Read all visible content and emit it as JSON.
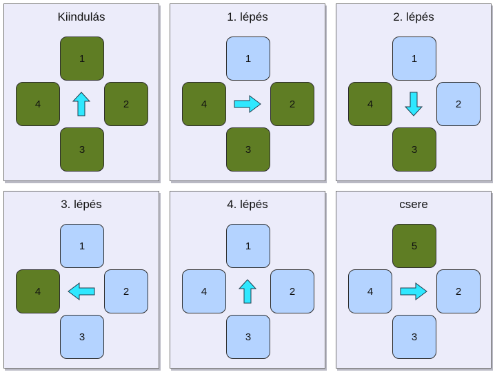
{
  "colors": {
    "active": "#5f7d24",
    "done": "#b4d3ff",
    "arrow": "#2fe8ff",
    "panel": "#ececfa"
  },
  "panels": [
    {
      "title": "Kiindulás",
      "arrow": "up",
      "tiles": {
        "top": {
          "label": "1",
          "state": "active"
        },
        "left": {
          "label": "4",
          "state": "active"
        },
        "right": {
          "label": "2",
          "state": "active"
        },
        "bottom": {
          "label": "3",
          "state": "active"
        }
      }
    },
    {
      "title": "1. lépés",
      "arrow": "right",
      "tiles": {
        "top": {
          "label": "1",
          "state": "done"
        },
        "left": {
          "label": "4",
          "state": "active"
        },
        "right": {
          "label": "2",
          "state": "active"
        },
        "bottom": {
          "label": "3",
          "state": "active"
        }
      }
    },
    {
      "title": "2. lépés",
      "arrow": "down",
      "tiles": {
        "top": {
          "label": "1",
          "state": "done"
        },
        "left": {
          "label": "4",
          "state": "active"
        },
        "right": {
          "label": "2",
          "state": "done"
        },
        "bottom": {
          "label": "3",
          "state": "active"
        }
      }
    },
    {
      "title": "3. lépés",
      "arrow": "left",
      "tiles": {
        "top": {
          "label": "1",
          "state": "done"
        },
        "left": {
          "label": "4",
          "state": "active"
        },
        "right": {
          "label": "2",
          "state": "done"
        },
        "bottom": {
          "label": "3",
          "state": "done"
        }
      }
    },
    {
      "title": "4. lépés",
      "arrow": "up",
      "tiles": {
        "top": {
          "label": "1",
          "state": "done"
        },
        "left": {
          "label": "4",
          "state": "done"
        },
        "right": {
          "label": "2",
          "state": "done"
        },
        "bottom": {
          "label": "3",
          "state": "done"
        }
      }
    },
    {
      "title": "csere",
      "arrow": "right",
      "tiles": {
        "top": {
          "label": "5",
          "state": "active"
        },
        "left": {
          "label": "4",
          "state": "done"
        },
        "right": {
          "label": "2",
          "state": "done"
        },
        "bottom": {
          "label": "3",
          "state": "done"
        }
      }
    }
  ]
}
